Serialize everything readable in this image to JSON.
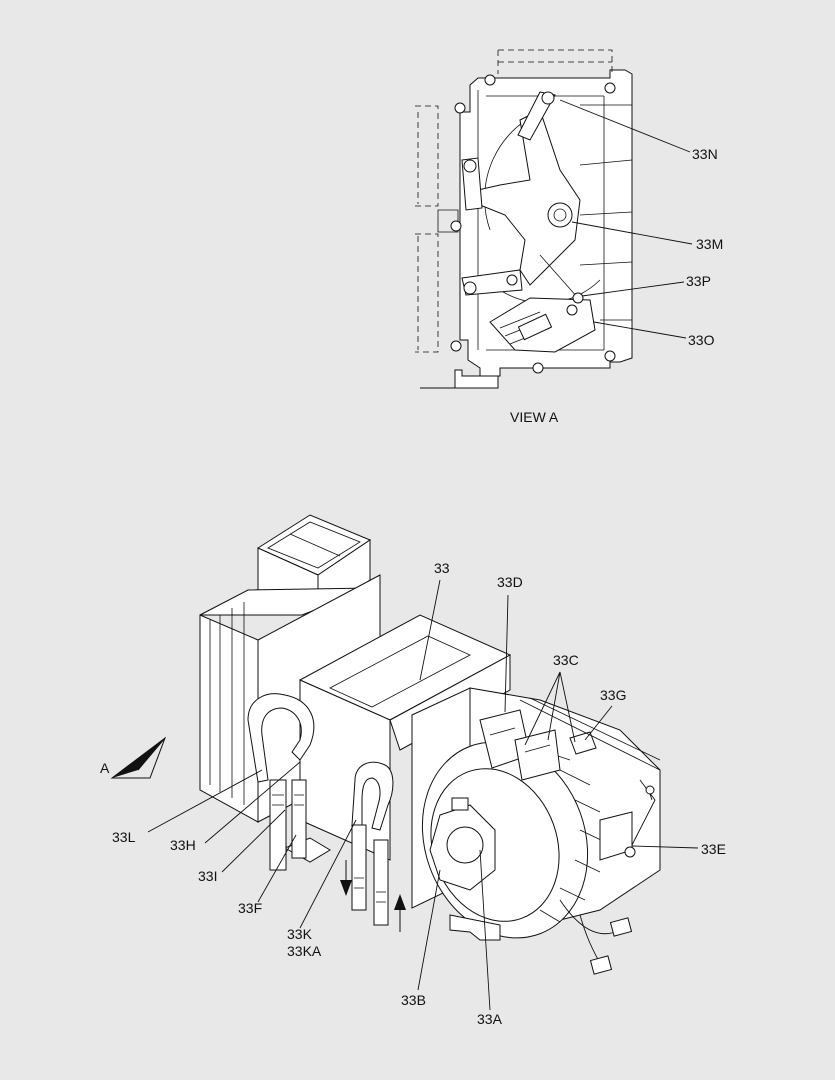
{
  "view_a": {
    "title": "VIEW A",
    "callouts": [
      "33N",
      "33M",
      "33P",
      "33O"
    ]
  },
  "main_view": {
    "view_arrow_label": "A",
    "callouts": {
      "c33": "33",
      "c33D": "33D",
      "c33C": "33C",
      "c33G": "33G",
      "c33E": "33E",
      "c33L": "33L",
      "c33H": "33H",
      "c33I": "33I",
      "c33F": "33F",
      "c33K": "33K",
      "c33KA": "33KA",
      "c33B": "33B",
      "c33A": "33A"
    }
  },
  "colors": {
    "background": "#e8e8e8",
    "line": "#111111",
    "fill": "#ffffff"
  }
}
